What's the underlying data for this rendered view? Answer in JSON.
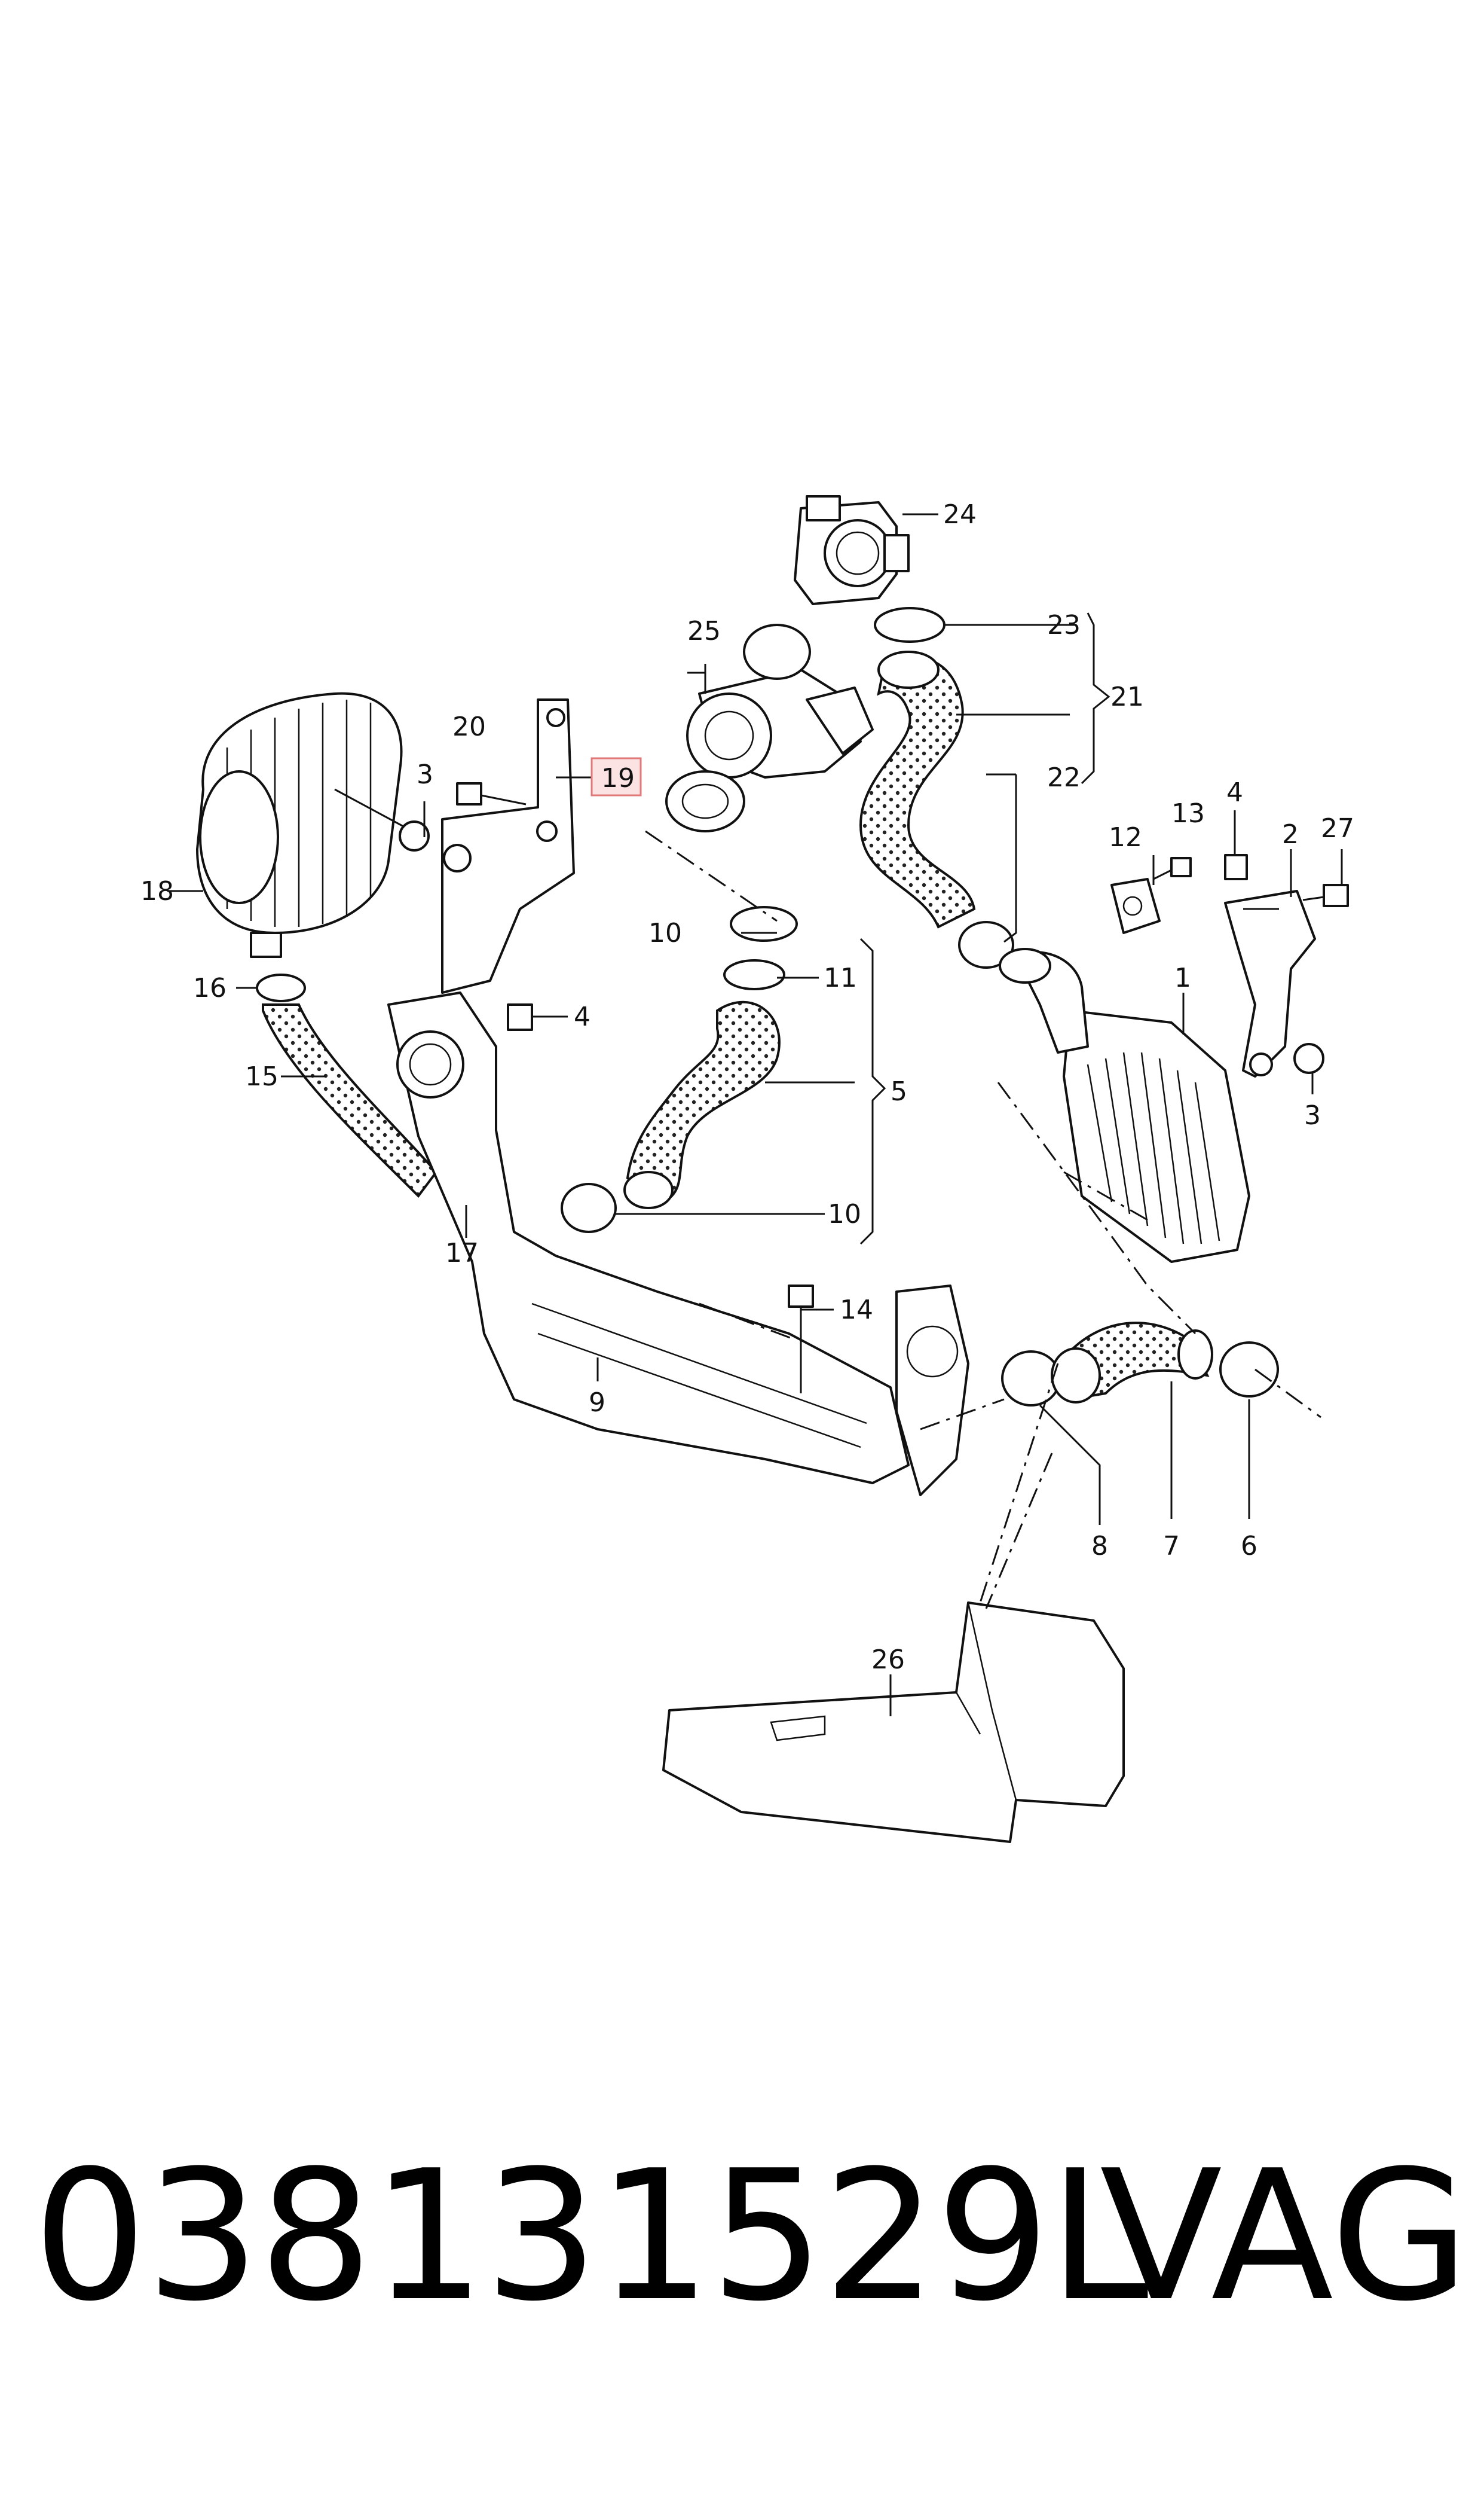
{
  "callouts": {
    "c1": "1",
    "c2": "2",
    "c3a": "3",
    "c3b": "3",
    "c4a": "4",
    "c4b": "4",
    "c5": "5",
    "c6": "6",
    "c7": "7",
    "c8": "8",
    "c9": "9",
    "c10a": "10",
    "c10b": "10",
    "c11": "11",
    "c12": "12",
    "c13": "13",
    "c14": "14",
    "c15": "15",
    "c16": "16",
    "c17": "17",
    "c18": "18",
    "c19": "19",
    "c20": "20",
    "c21": "21",
    "c22": "22",
    "c23": "23",
    "c24": "24",
    "c25": "25",
    "c26": "26",
    "c27": "27"
  },
  "highlighted_callout": "19",
  "highlight_color": "#e07a7a",
  "footer": {
    "part_number": "038131529L",
    "brand": "VAG"
  }
}
